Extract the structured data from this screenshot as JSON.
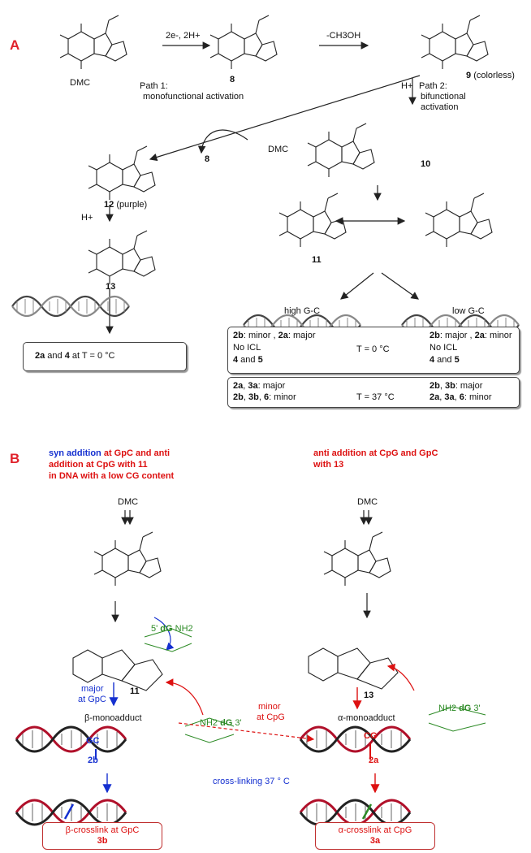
{
  "panelA": {
    "label": "A",
    "dmc": "DMC",
    "arrow1": "2e-, 2H+",
    "arrow2": "-CH3OH",
    "cmp8": "8",
    "cmp9": "9",
    "cmp9note": "(colorless)",
    "path1_line1": "Path 1:",
    "path1_line2": "monofunctional activation",
    "hplus": "H+",
    "path2_line1": "Path 2:",
    "path2_line2": "bifunctional",
    "path2_line3": "activation",
    "dmc_side": "DMC",
    "eight_side": "8",
    "cmp10": "10",
    "cmp11": "11",
    "cmp12": "12",
    "cmp12note": "(purple)",
    "cmp13": "13",
    "hplus2": "H+",
    "highgc": "high G-C",
    "lowgc": "low G-C",
    "leftbox": {
      "a": "2a",
      "mid": " and ",
      "b": "4",
      "tail": " at T = 0 °C"
    },
    "box0": {
      "l1": [
        "2b",
        ": minor , ",
        "2a",
        ": major"
      ],
      "l2": "No ICL",
      "l3": [
        "4",
        " and ",
        "5"
      ],
      "temp": "T = 0 °C",
      "r1": [
        "2b",
        ": major , ",
        "2a",
        ": minor"
      ],
      "r2": "No ICL",
      "r3": [
        "4",
        " and ",
        "5"
      ]
    },
    "box37": {
      "l1": [
        "2a",
        ", ",
        "3a",
        ": major"
      ],
      "l2": [
        "2b",
        ", ",
        "3b",
        ", ",
        "6",
        ": minor"
      ],
      "temp": "T = 37 °C",
      "r1": [
        "2b",
        ", ",
        "3b",
        ": major"
      ],
      "r2": [
        "2a",
        ", ",
        "3a",
        ", ",
        "6",
        ": minor"
      ]
    }
  },
  "panelB": {
    "label": "B",
    "left_title_syn": "syn addition",
    "left_title_rest1": " at GpC and anti",
    "left_title_2": "addition at CpG with 11",
    "left_title_3": "in DNA with a low CG content",
    "right_title_1": "anti addition at CpG and GpC",
    "right_title_2": "with 13",
    "dmc_l": "DMC",
    "dmc_r": "DMC",
    "cmp11": "11",
    "cmp13": "13",
    "major1": "major",
    "major2": "at GpC",
    "minor1": "minor",
    "minor2": "at CpG",
    "beta_mono": "β-monoadduct",
    "alpha_mono": "α-monoadduct",
    "gc": "GC",
    "cg": "CG",
    "l2b": "2b",
    "l2a": "2a",
    "crosslinking": "cross-linking 37 ° C",
    "beta_box1": "β-crosslink at GpC",
    "beta_box2": "3b",
    "alpha_box1": "α-crosslink at CpG",
    "alpha_box2": "3a",
    "dg5": "5'",
    "dg3": "3'",
    "dg": "dG",
    "nh2": "NH2"
  }
}
